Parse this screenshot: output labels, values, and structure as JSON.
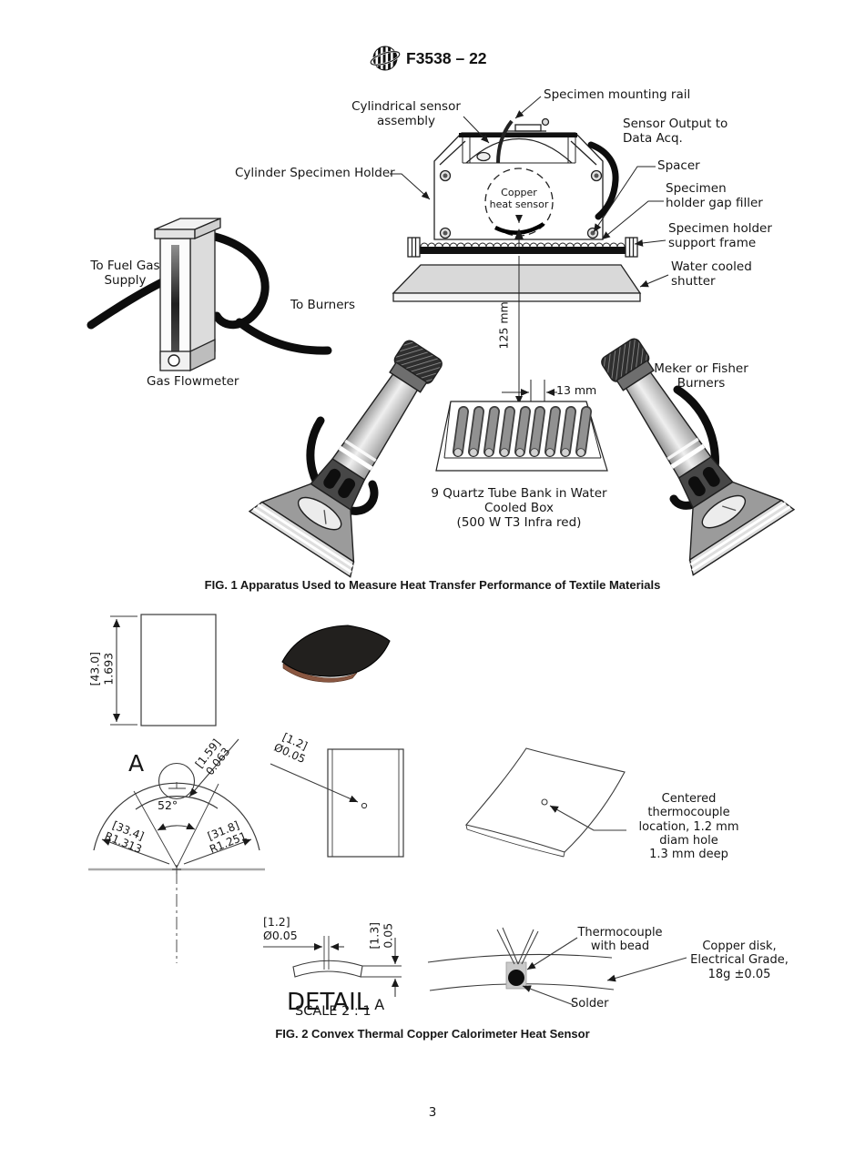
{
  "header": {
    "standard_code": "F3538 – 22",
    "logo": "astm-logo"
  },
  "fig1": {
    "labels": {
      "mounting_rail": "Specimen mounting rail",
      "cylindrical_sensor": "Cylindrical sensor\nassembly",
      "sensor_output": "Sensor Output to\nData Acq.",
      "cylinder_holder": "Cylinder Specimen Holder",
      "spacer": "Spacer",
      "gap_filler": "Specimen\nholder gap filler",
      "support_frame": "Specimen holder\nsupport frame",
      "water_shutter": "Water cooled\nshutter",
      "fuel_gas": "To Fuel Gas\nSupply",
      "to_burners": "To Burners",
      "gas_flowmeter": "Gas Flowmeter",
      "meker": "Meker or Fisher\nBurners",
      "copper_sensor": "Copper\nheat sensor",
      "dim_125": "125 mm",
      "dim_13": "13 mm",
      "tube_bank": "9 Quartz Tube Bank in Water\nCooled Box\n(500 W T3 Infra red)"
    },
    "caption": "FIG. 1 Apparatus Used to Measure Heat Transfer Performance of Textile Materials"
  },
  "fig2": {
    "labels": {
      "dim_43": "[43.0]\n1.693",
      "detail_circle_letter": "A",
      "dim_159": "[1.59]\n0.063",
      "angle_52": "52°",
      "dim_334": "[33.4]\nR1.313",
      "dim_318": "[31.8]\nR1.251",
      "dim_12_top": "[1.2]\nØ0.05",
      "centered_tc": "Centered\nthermocouple\nlocation, 1.2 mm\ndiam hole\n1.3 mm deep",
      "dim_12_bot": "[1.2]\nØ0.05",
      "dim_13_bot": "[1.3]\n0.05",
      "detail_word": "DETAIL",
      "detail_letter": "A",
      "scale": "SCALE 2 : 1",
      "tc_bead": "Thermocouple\nwith bead",
      "copper_disk": "Copper disk,\nElectrical Grade,\n18g ±0.05",
      "solder": "Solder"
    },
    "caption": "FIG. 2 Convex Thermal Copper Calorimeter Heat Sensor"
  },
  "page_number": "3"
}
